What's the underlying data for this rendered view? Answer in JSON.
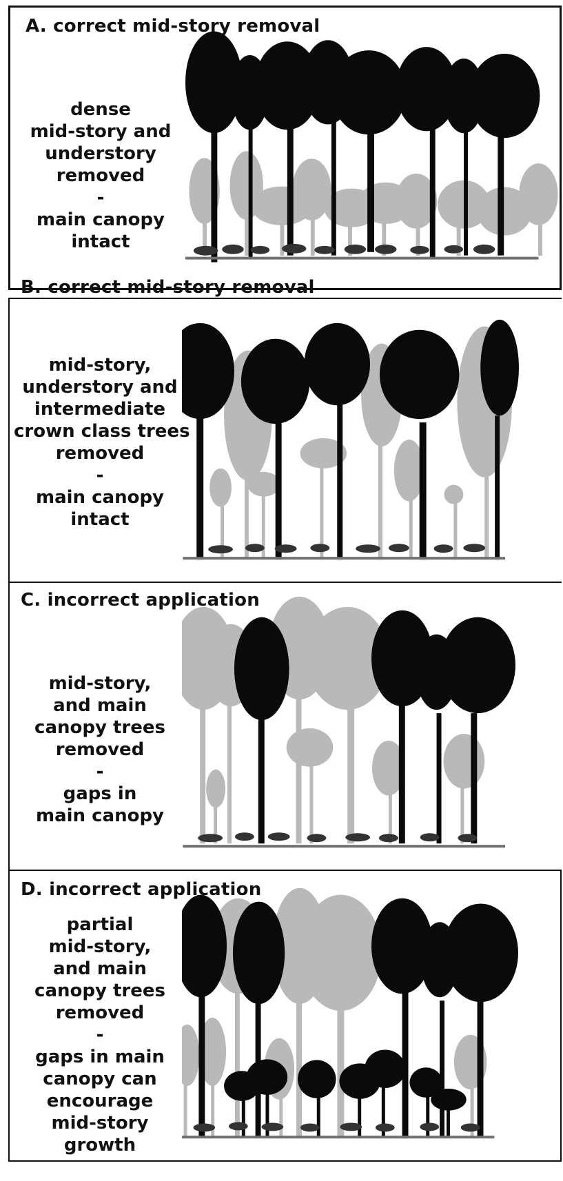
{
  "panels": [
    {
      "id": "a",
      "title": "A. correct mid-story removal",
      "description": [
        "dense",
        "mid-story and",
        "understory",
        "removed",
        "-",
        "main canopy",
        "intact"
      ]
    },
    {
      "id": "b",
      "title": "B. correct mid-story removal",
      "description": [
        "mid-story,",
        "understory and",
        "intermediate",
        "crown class trees",
        "removed",
        "-",
        "main canopy",
        "intact"
      ]
    },
    {
      "id": "c",
      "title": "C. incorrect application",
      "description": [
        "mid-story,",
        "and main",
        "canopy trees",
        "removed",
        "-",
        "gaps in",
        "main canopy"
      ]
    },
    {
      "id": "d",
      "title": "D. incorrect application",
      "description": [
        "partial",
        "mid-story,",
        "and main",
        "canopy trees",
        "removed",
        "-",
        "gaps in main",
        "canopy can",
        "encourage",
        "mid-story",
        "growth"
      ]
    }
  ],
  "colors": {
    "retained_tree": "#0a0a0a",
    "removed_tree": "#b9b9b9",
    "ground": "#707070",
    "border": "#111111"
  }
}
